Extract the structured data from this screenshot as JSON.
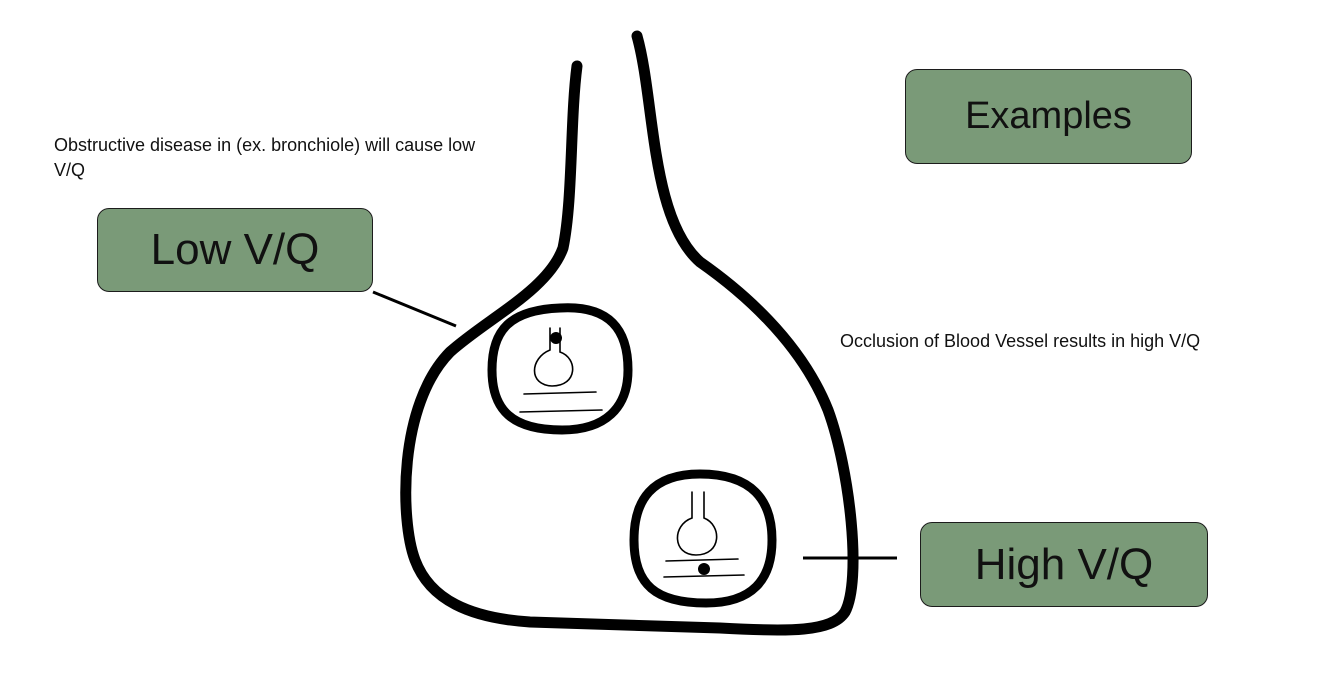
{
  "colors": {
    "box_fill": "#7a9a78",
    "outline": "#000000"
  },
  "labels": {
    "examples": "Examples",
    "low_vq": "Low V/Q",
    "high_vq": "High V/Q"
  },
  "notes": {
    "obstructive": "Obstructive disease in (ex. bronchiole) will cause low V/Q",
    "occlusion": "Occlusion of Blood Vessel results in high V/Q"
  },
  "icons": {
    "airway": "airway-flask-outline",
    "alveolus_low": "alveolus-with-airway-blockage",
    "alveolus_high": "alveolus-with-capillary-blockage"
  }
}
